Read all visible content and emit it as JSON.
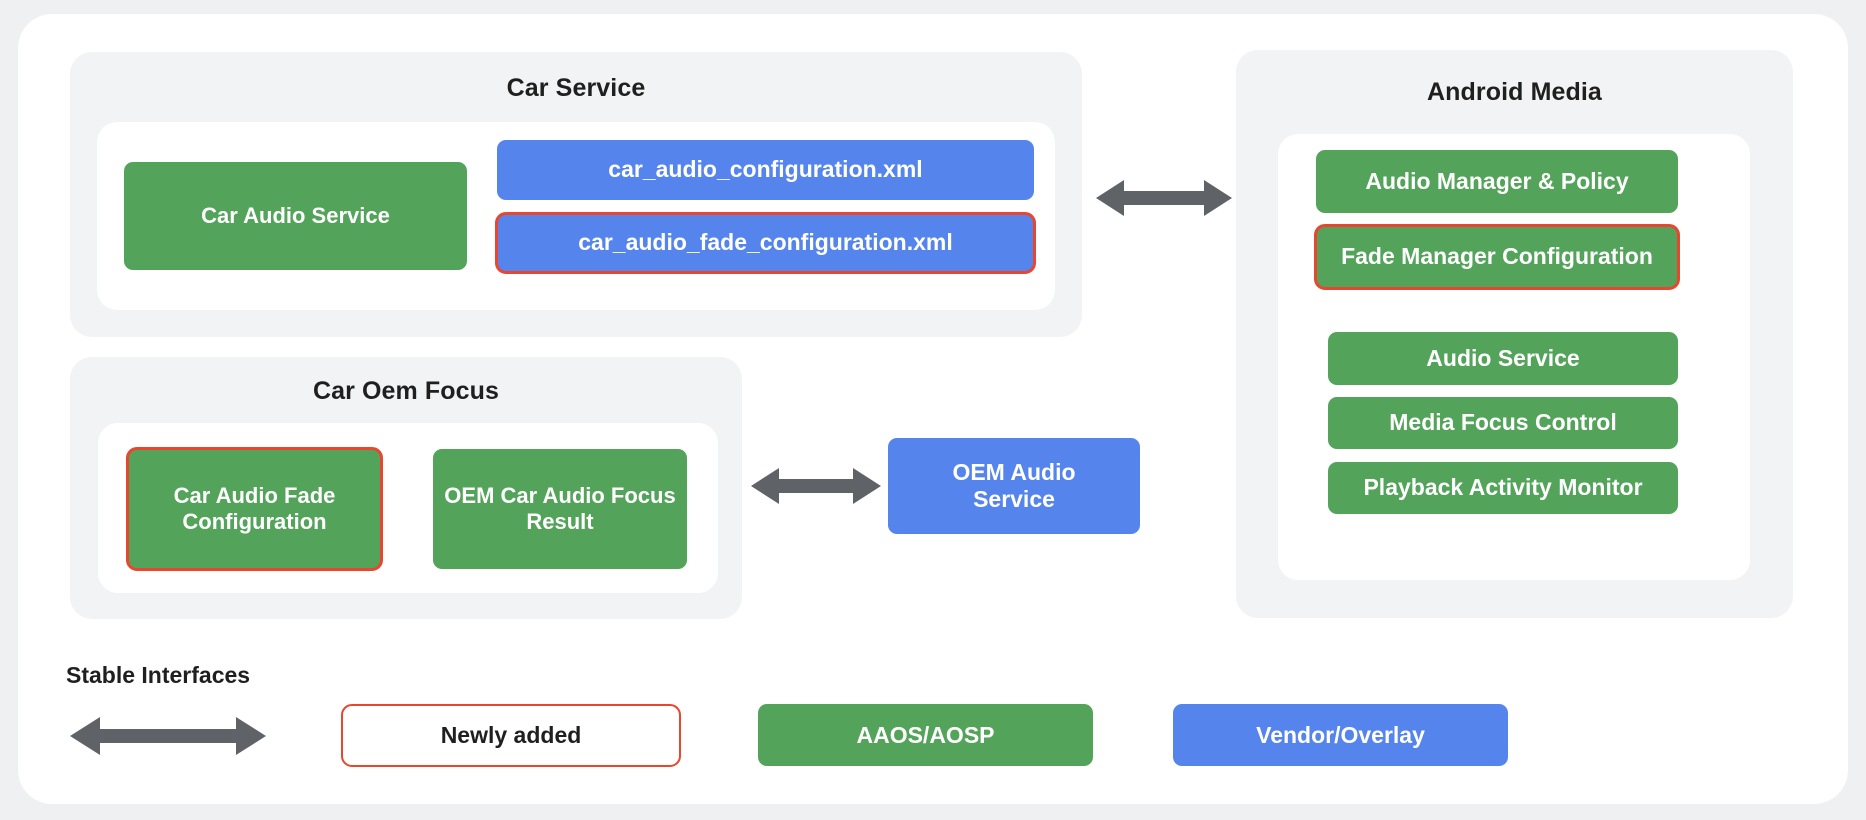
{
  "diagram": {
    "title_hidden": "",
    "colors": {
      "green": "#53a45a",
      "blue": "#5584ed",
      "outline_red": "#e8462e",
      "panel_grey": "#f1f3f4",
      "well_white": "#ffffff",
      "arrow_grey": "#5f6368",
      "page_background": "#eef0f2",
      "text_dark": "#1f1f1f",
      "text_light": "#ffffff"
    },
    "groups": [
      {
        "id": "car-service",
        "title": "Car Service",
        "nodes": [
          {
            "id": "car-audio-service",
            "label": "Car Audio Service",
            "style": "green",
            "outlined": false
          },
          {
            "id": "car-audio-configuration-xml",
            "label": "car_audio_configuration.xml",
            "style": "blue",
            "outlined": false
          },
          {
            "id": "car-audio-fade-configuration-xml",
            "label": "car_audio_fade_configuration.xml",
            "style": "blue",
            "outlined": true
          }
        ]
      },
      {
        "id": "car-oem-focus",
        "title": "Car Oem Focus",
        "nodes": [
          {
            "id": "car-audio-fade-configuration",
            "label": "Car Audio Fade Configuration",
            "style": "green",
            "outlined": true
          },
          {
            "id": "oem-car-audio-focus-result",
            "label": "OEM Car Audio Focus Result",
            "style": "green",
            "outlined": false
          }
        ]
      },
      {
        "id": "android-media",
        "title": "Android Media",
        "nodes": [
          {
            "id": "audio-manager-and-policy",
            "label": "Audio Manager & Policy",
            "style": "green",
            "outlined": false
          },
          {
            "id": "fade-manager-configuration",
            "label": "Fade Manager Configuration",
            "style": "green",
            "outlined": true
          },
          {
            "id": "audio-service",
            "label": "Audio Service",
            "style": "green",
            "outlined": false
          },
          {
            "id": "media-focus-control",
            "label": "Media Focus Control",
            "style": "green",
            "outlined": false
          },
          {
            "id": "playback-activity-monitor",
            "label": "Playback Activity Monitor",
            "style": "green",
            "outlined": false
          }
        ]
      }
    ],
    "standalone_nodes": [
      {
        "id": "oem-audio-service",
        "label": "OEM Audio\nService",
        "label_line1": "OEM Audio",
        "label_line2": "Service",
        "style": "blue",
        "outlined": false
      }
    ],
    "connectors": [
      {
        "id": "car-service-to-android-media",
        "type": "double-arrow",
        "from": "car-service",
        "to": "android-media"
      },
      {
        "id": "car-oem-focus-to-oem-audio-service",
        "type": "double-arrow",
        "from": "car-oem-focus",
        "to": "oem-audio-service"
      }
    ],
    "legend": {
      "stable_interfaces_label": "Stable Interfaces",
      "items": [
        {
          "id": "newly-added",
          "label": "Newly added",
          "style": "hollow"
        },
        {
          "id": "aaos-aosp",
          "label": "AAOS/AOSP",
          "style": "green"
        },
        {
          "id": "vendor-overlay",
          "label": "Vendor/Overlay",
          "style": "blue"
        }
      ]
    }
  }
}
